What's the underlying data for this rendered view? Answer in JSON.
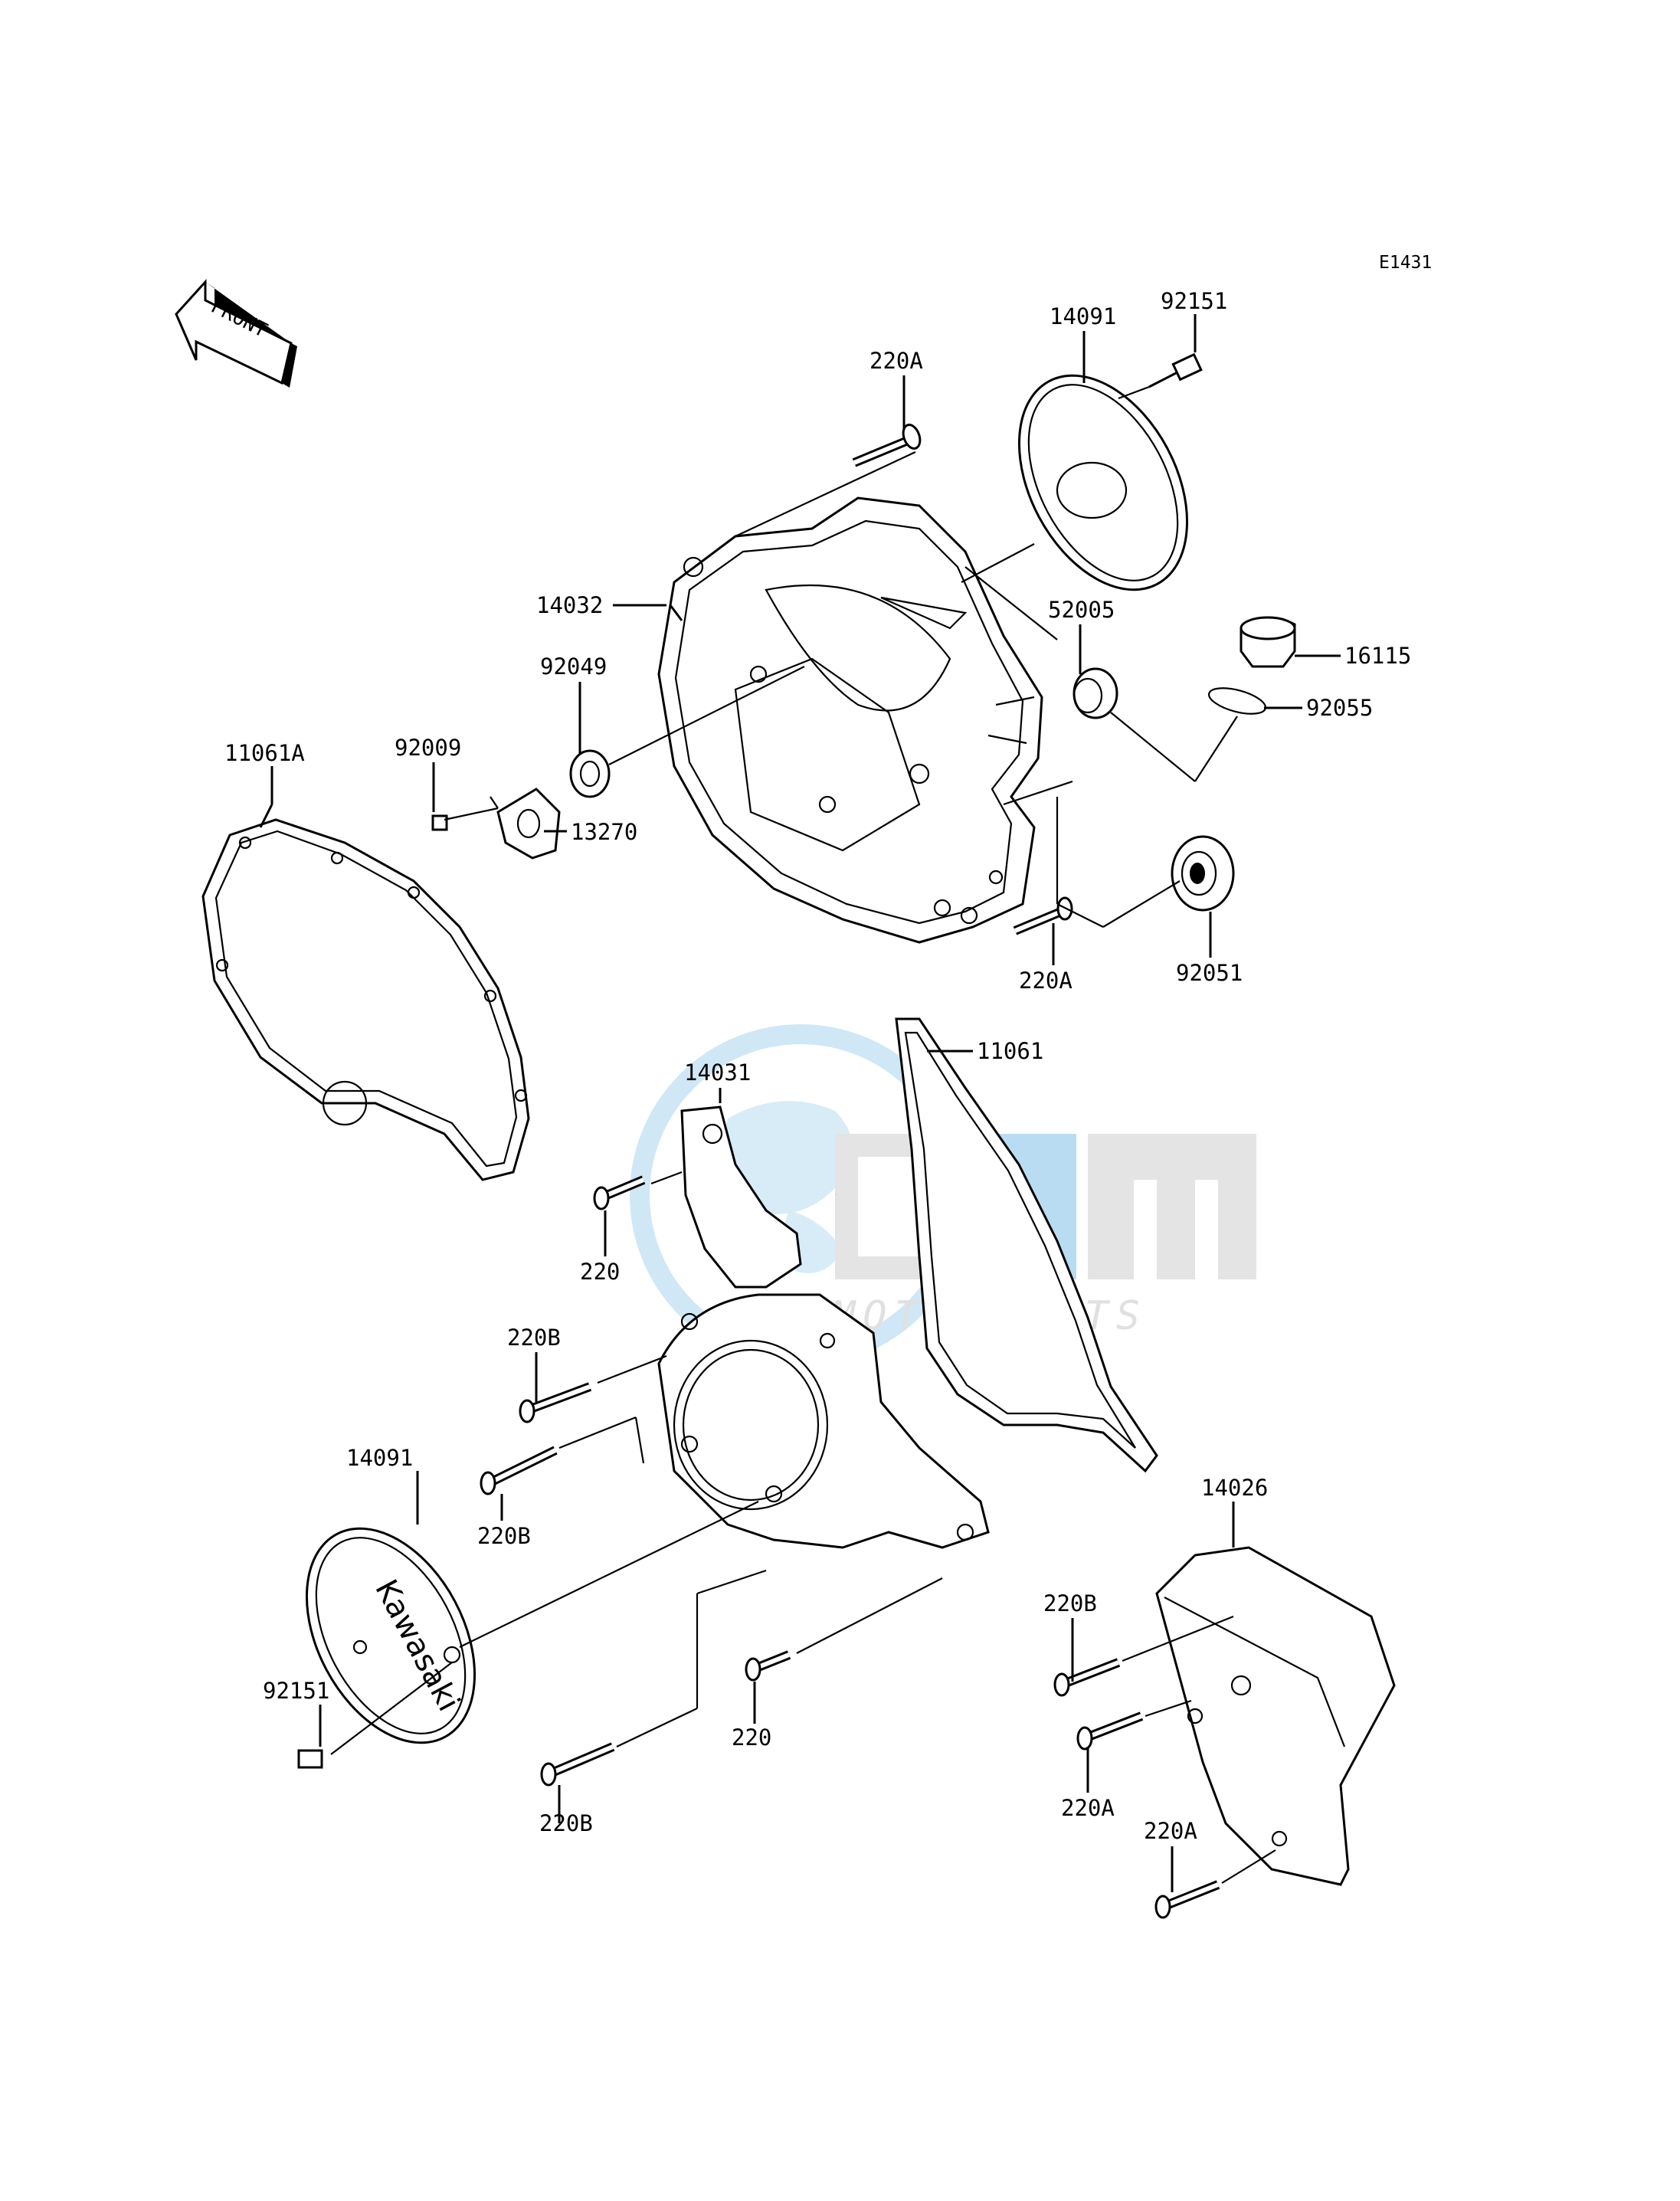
{
  "diagram": {
    "ref_code": "E1431",
    "front_arrow_label": "FRONT",
    "watermark": {
      "line1": "OSM",
      "line2": "MOTORPARTS"
    },
    "callouts": {
      "c14091_top": "14091",
      "c92151_top": "92151",
      "c220A_top": "220A",
      "c14032": "14032",
      "c52005": "52005",
      "c16115": "16115",
      "c92055": "92055",
      "c92049": "92049",
      "c92009": "92009",
      "c11061A": "11061A",
      "c13270": "13270",
      "c220A_mid": "220A",
      "c92051": "92051",
      "c14031": "14031",
      "c11061": "11061",
      "c220_left": "220",
      "c220B_a": "220B",
      "c220B_b": "220B",
      "c14091_bottom": "14091",
      "c92151_bottom": "92151",
      "c220B_c": "220B",
      "c220_bottom": "220",
      "c14026": "14026",
      "c220B_d": "220B",
      "c220A_b": "220A",
      "c220A_c": "220A"
    }
  }
}
